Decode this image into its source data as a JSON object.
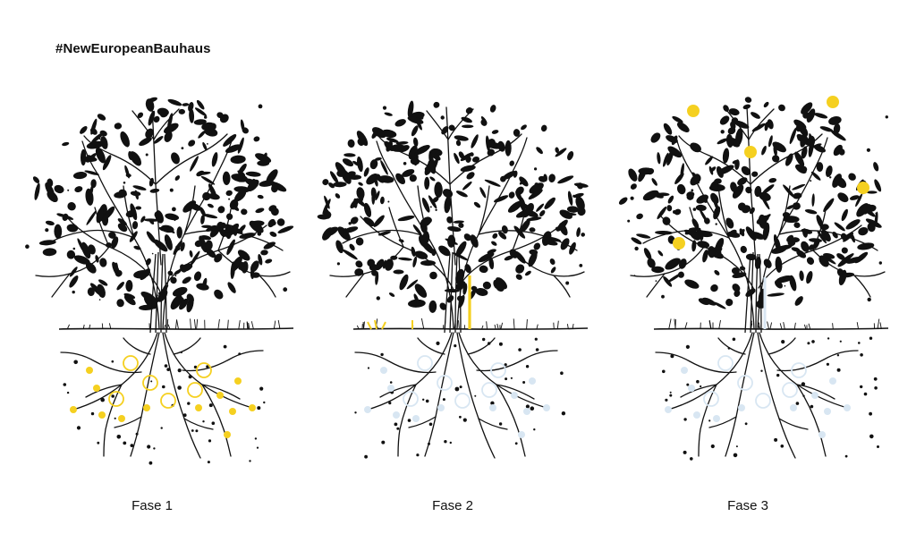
{
  "header": {
    "hashtag": "#NewEuropeanBauhaus"
  },
  "colors": {
    "ink": "#111111",
    "yellow": "#f5d020",
    "light_blue": "#d8e6f2",
    "background": "#ffffff"
  },
  "phases": [
    {
      "label": "Fase 1",
      "highlight": "roots"
    },
    {
      "label": "Fase 2",
      "highlight": "trunk"
    },
    {
      "label": "Fase 3",
      "highlight": "canopy"
    }
  ]
}
